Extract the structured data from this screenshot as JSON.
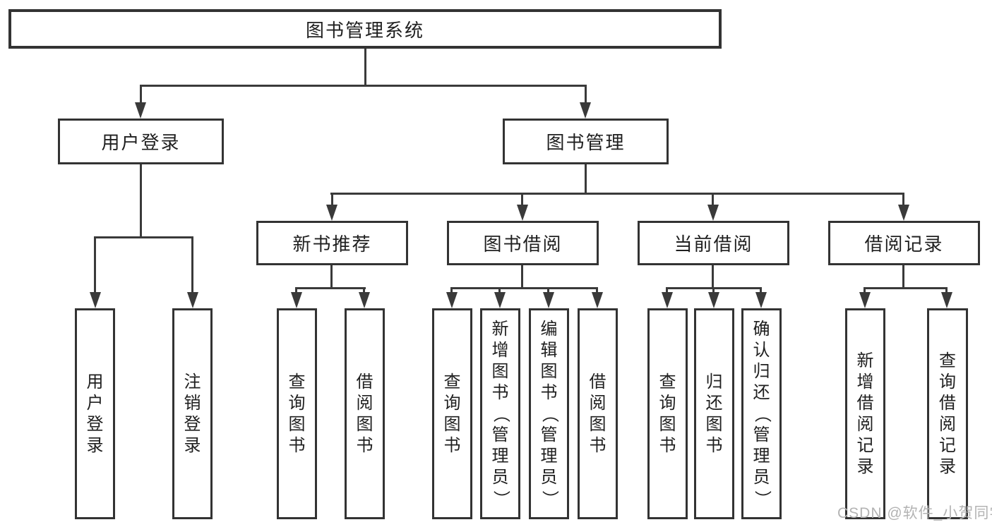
{
  "tree": {
    "label": "图书管理系统",
    "children": [
      {
        "label": "用户登录",
        "children": [
          {
            "label": "用户登录"
          },
          {
            "label": "注销登录"
          }
        ]
      },
      {
        "label": "图书管理",
        "children": [
          {
            "label": "新书推荐",
            "children": [
              {
                "label": "查询图书"
              },
              {
                "label": "借阅图书"
              }
            ]
          },
          {
            "label": "图书借阅",
            "children": [
              {
                "label": "查询图书"
              },
              {
                "label": "新增图书（管理员）"
              },
              {
                "label": "编辑图书（管理员）"
              },
              {
                "label": "借阅图书"
              }
            ]
          },
          {
            "label": "当前借阅",
            "children": [
              {
                "label": "查询图书"
              },
              {
                "label": "归还图书"
              },
              {
                "label": "确认归还（管理员）"
              }
            ]
          },
          {
            "label": "借阅记录",
            "children": [
              {
                "label": "新增借阅记录"
              },
              {
                "label": "查询借阅记录"
              }
            ]
          }
        ]
      }
    ]
  },
  "watermark": {
    "text": "CSDN @软件_小贺同学"
  },
  "colors": {
    "line": "#3a3a3a",
    "box_border": "#333333",
    "text": "#1f1f1f",
    "background": "#ffffff",
    "watermark": "#b3b3b3"
  }
}
